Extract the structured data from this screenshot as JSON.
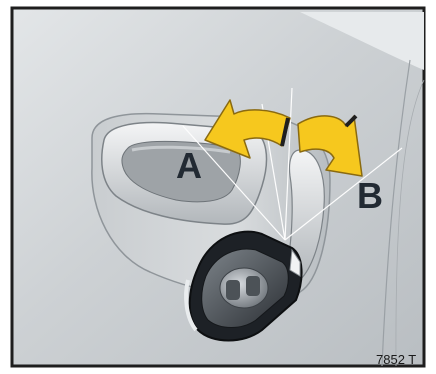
{
  "callouts": {
    "a": "A",
    "b": "B"
  },
  "figure_code": "7852 T",
  "colors": {
    "arrow_fill": "#f6c81e",
    "arrow_stroke": "#8a6a10",
    "frame_border": "#1e1e1e",
    "background": "#cfd3d6",
    "label": "#222a33"
  }
}
